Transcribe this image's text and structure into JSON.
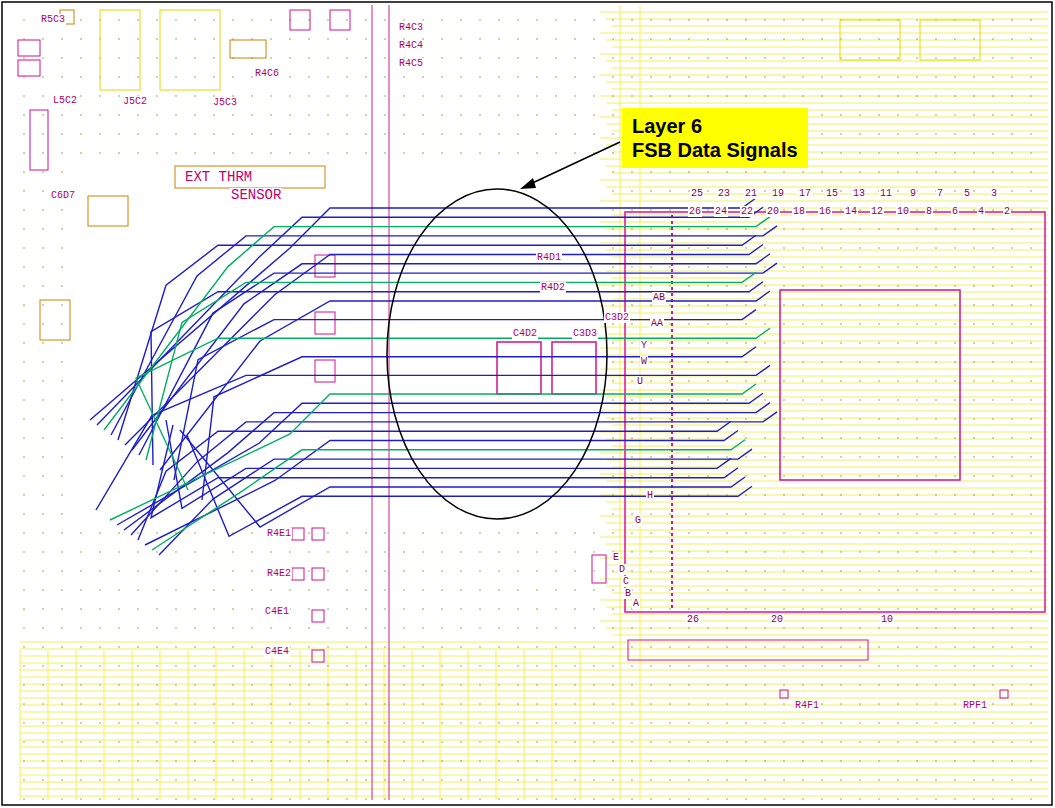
{
  "diagram": {
    "nodes": [
      {
        "text": [
          "Layer 6",
          "FSB Data Signals"
        ]
      }
    ],
    "labels": [
      "R5C3",
      "L5C2",
      "J5C2",
      "J5C3",
      "R4C6",
      "R4C3",
      "R4C4",
      "R4C5",
      "EXT THRM",
      "SENSOR",
      "C6D7",
      "R4D1",
      "R4D2",
      "C3D2",
      "C4D2",
      "C3D3",
      "R4E1",
      "R4E2",
      "C4E1",
      "C4E4",
      "R4F1",
      "RPF1",
      "25",
      "23",
      "21",
      "19",
      "17",
      "15",
      "13",
      "11",
      "9",
      "7",
      "5",
      "3",
      "26",
      "24",
      "22",
      "20",
      "18",
      "16",
      "14",
      "12",
      "10",
      "8",
      "6",
      "4",
      "2",
      "AB",
      "AA",
      "Y",
      "W",
      "U",
      "H",
      "G",
      "E",
      "D",
      "C",
      "B",
      "A",
      "26",
      "20",
      "10"
    ]
  }
}
